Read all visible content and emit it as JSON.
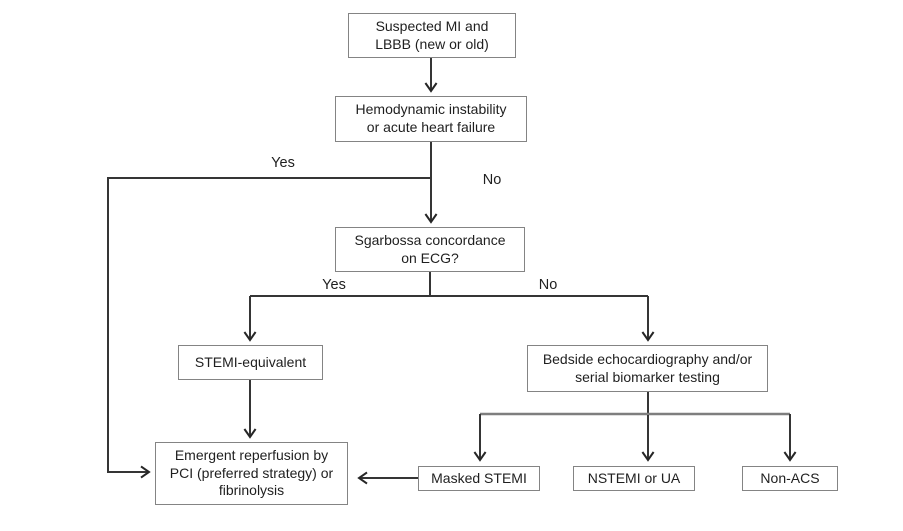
{
  "diagram": {
    "type": "flowchart",
    "nodes": {
      "suspected": {
        "label": "Suspected MI and\nLBBB (new or old)"
      },
      "hemodynamic": {
        "label": "Hemodynamic instability\nor acute heart failure"
      },
      "sgarbossa": {
        "label": "Sgarbossa concordance\non ECG?"
      },
      "stemi_equivalent": {
        "label": "STEMI-equivalent"
      },
      "bedside": {
        "label": "Bedside echocardiography and/or\nserial biomarker testing"
      },
      "emergent": {
        "label": "Emergent reperfusion by\nPCI (preferred strategy) or\nfibrinolysis"
      },
      "masked": {
        "label": "Masked STEMI"
      },
      "nstemi": {
        "label": "NSTEMI or UA"
      },
      "nonacs": {
        "label": "Non-ACS"
      }
    },
    "edge_labels": {
      "yes_1": "Yes",
      "no_1": "No",
      "yes_2": "Yes",
      "no_2": "No"
    },
    "edges": [
      {
        "from": "suspected",
        "to": "hemodynamic",
        "label": ""
      },
      {
        "from": "hemodynamic",
        "to": "emergent",
        "label": "Yes"
      },
      {
        "from": "hemodynamic",
        "to": "sgarbossa",
        "label": "No"
      },
      {
        "from": "sgarbossa",
        "to": "stemi_equivalent",
        "label": "Yes"
      },
      {
        "from": "sgarbossa",
        "to": "bedside",
        "label": "No"
      },
      {
        "from": "stemi_equivalent",
        "to": "emergent",
        "label": ""
      },
      {
        "from": "bedside",
        "to": "masked",
        "label": ""
      },
      {
        "from": "bedside",
        "to": "nstemi",
        "label": ""
      },
      {
        "from": "bedside",
        "to": "nonacs",
        "label": ""
      },
      {
        "from": "masked",
        "to": "emergent",
        "label": ""
      }
    ],
    "colors": {
      "box_border": "#848484",
      "box_fill": "#ffffff",
      "line": "#353535",
      "text": "#1f1f1f",
      "background": "#ffffff"
    }
  }
}
